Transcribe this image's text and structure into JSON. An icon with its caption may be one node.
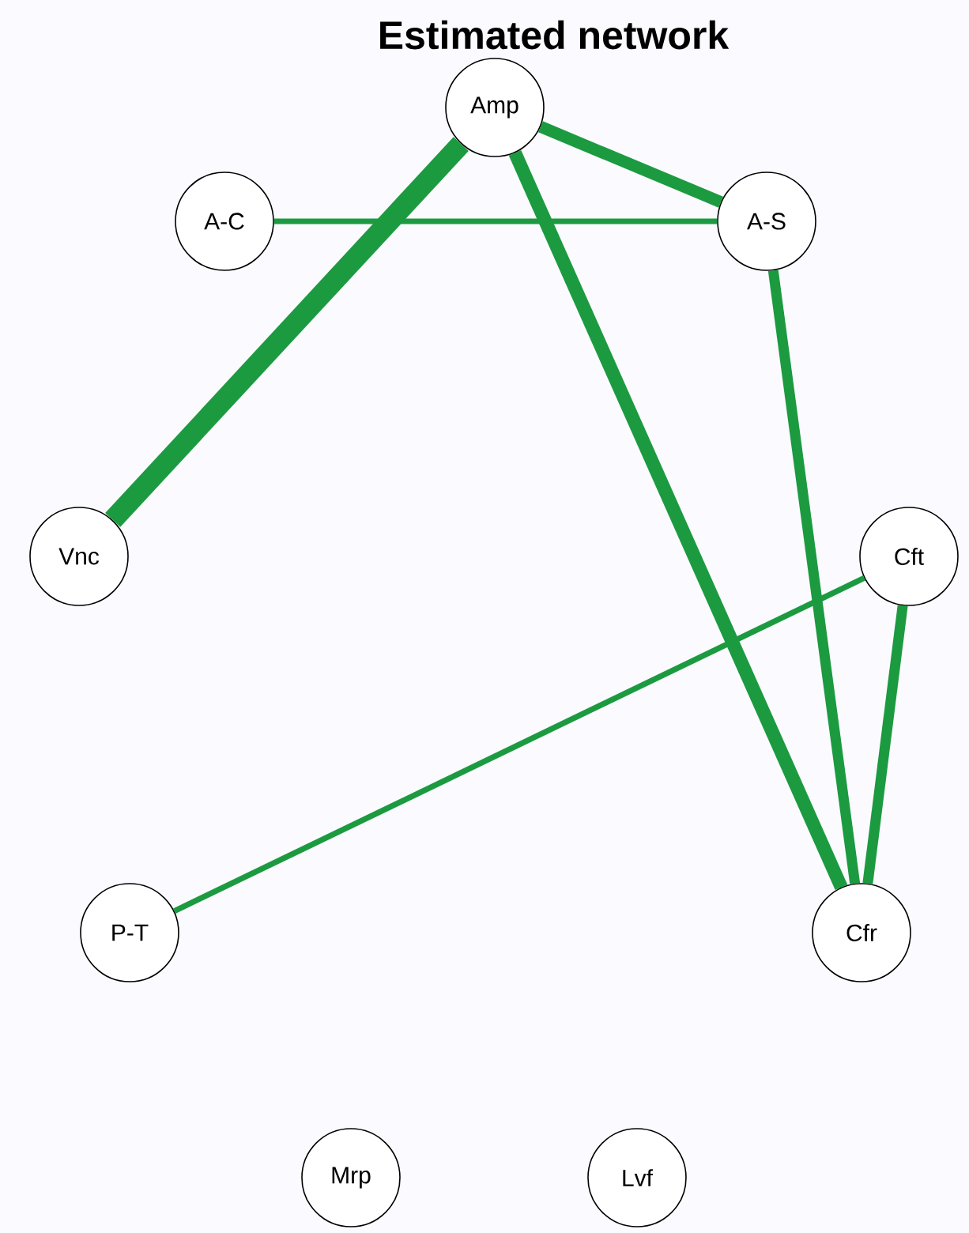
{
  "diagram": {
    "title": "Estimated network",
    "nodes": [
      {
        "text": [
          "Amp"
        ]
      },
      {
        "text": [
          "A-C"
        ]
      },
      {
        "text": [
          "A-S"
        ]
      },
      {
        "text": [
          "Vnc"
        ]
      },
      {
        "text": [
          "Cft"
        ]
      },
      {
        "text": [
          "P-T"
        ]
      },
      {
        "text": [
          "Cfr"
        ]
      },
      {
        "text": [
          "Mrp"
        ]
      },
      {
        "text": [
          "Lvf"
        ]
      }
    ],
    "edges": [
      {
        "from": 0,
        "to": 3,
        "arrow": "none",
        "style": "thick"
      },
      {
        "from": 0,
        "to": 2,
        "arrow": "none"
      },
      {
        "from": 0,
        "to": 6,
        "arrow": "none"
      },
      {
        "from": 1,
        "to": 2,
        "arrow": "none"
      },
      {
        "from": 2,
        "to": 6,
        "arrow": "none"
      },
      {
        "from": 4,
        "to": 6,
        "arrow": "none"
      },
      {
        "from": 4,
        "to": 5,
        "arrow": "none"
      }
    ]
  }
}
